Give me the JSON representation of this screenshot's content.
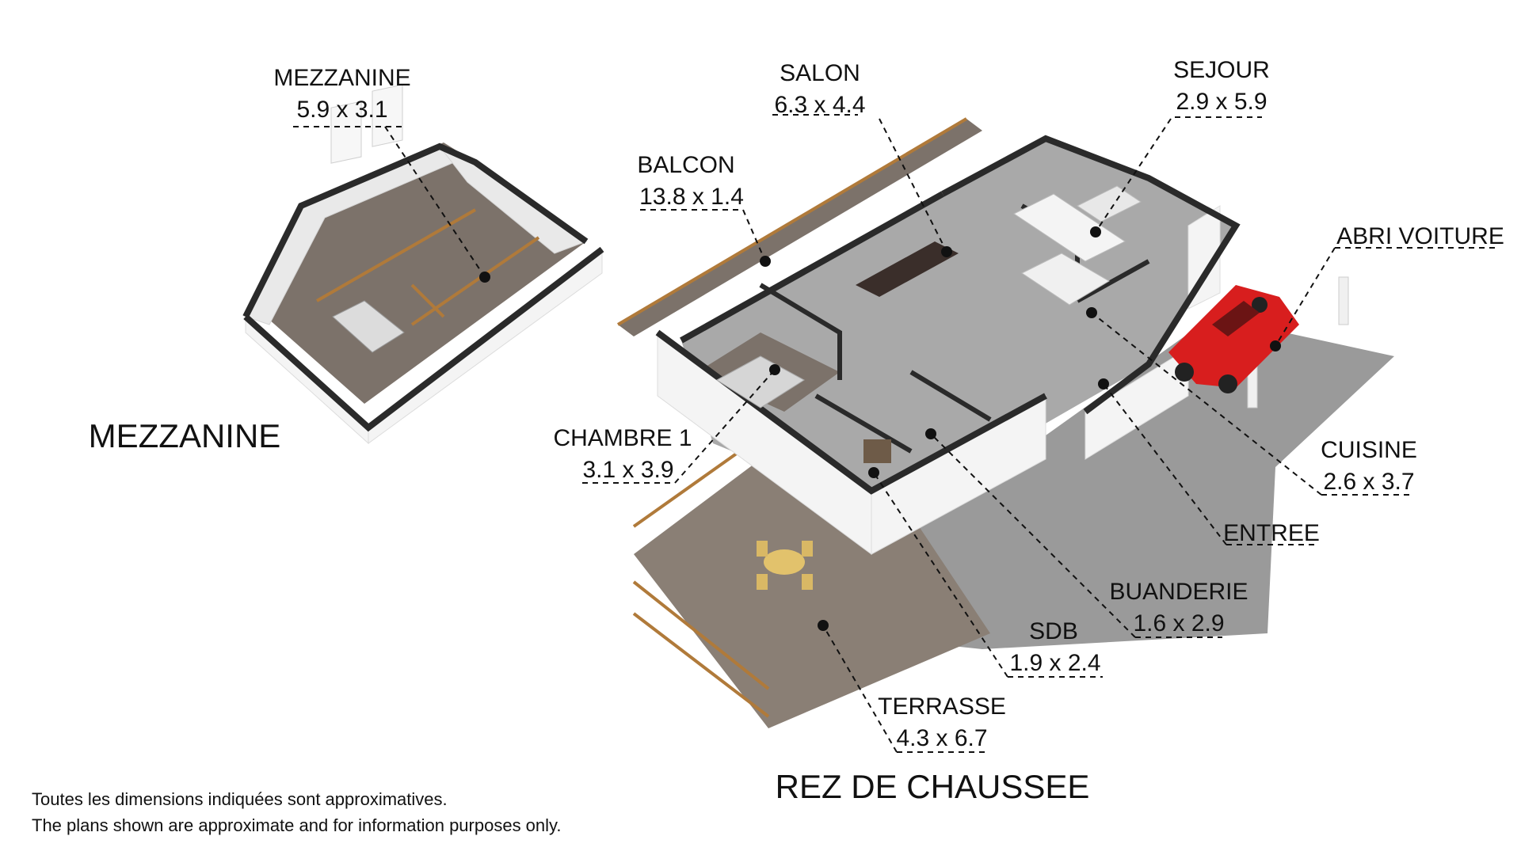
{
  "labels": {
    "mezzanine_room": {
      "name": "MEZZANINE",
      "dim": "5.9 x 3.1"
    },
    "salon": {
      "name": "SALON",
      "dim": "6.3 x 4.4"
    },
    "sejour": {
      "name": "SEJOUR",
      "dim": "2.9 x 5.9"
    },
    "balcon": {
      "name": "BALCON",
      "dim": "13.8 x 1.4"
    },
    "abri_voiture": {
      "name": "ABRI VOITURE"
    },
    "chambre1": {
      "name": "CHAMBRE 1",
      "dim": "3.1 x 3.9"
    },
    "cuisine": {
      "name": "CUISINE",
      "dim": "2.6 x 3.7"
    },
    "entree": {
      "name": "ENTREE"
    },
    "buanderie": {
      "name": "BUANDERIE",
      "dim": "1.6 x 2.9"
    },
    "sdb": {
      "name": "SDB",
      "dim": "1.9 x 2.4"
    },
    "terrasse": {
      "name": "TERRASSE",
      "dim": "4.3 x 6.7"
    }
  },
  "sections": {
    "mezzanine": "MEZZANINE",
    "ground_floor": "REZ DE CHAUSSEE"
  },
  "disclaimer": {
    "fr": "Toutes les dimensions indiquées sont approximatives.",
    "en": "The plans shown are approximate and for information purposes only."
  },
  "colors": {
    "car": "#d81e1e",
    "railing": "#b07a3a",
    "tile_floor": "#a9a9a9",
    "wood_floor": "#7c726a"
  }
}
